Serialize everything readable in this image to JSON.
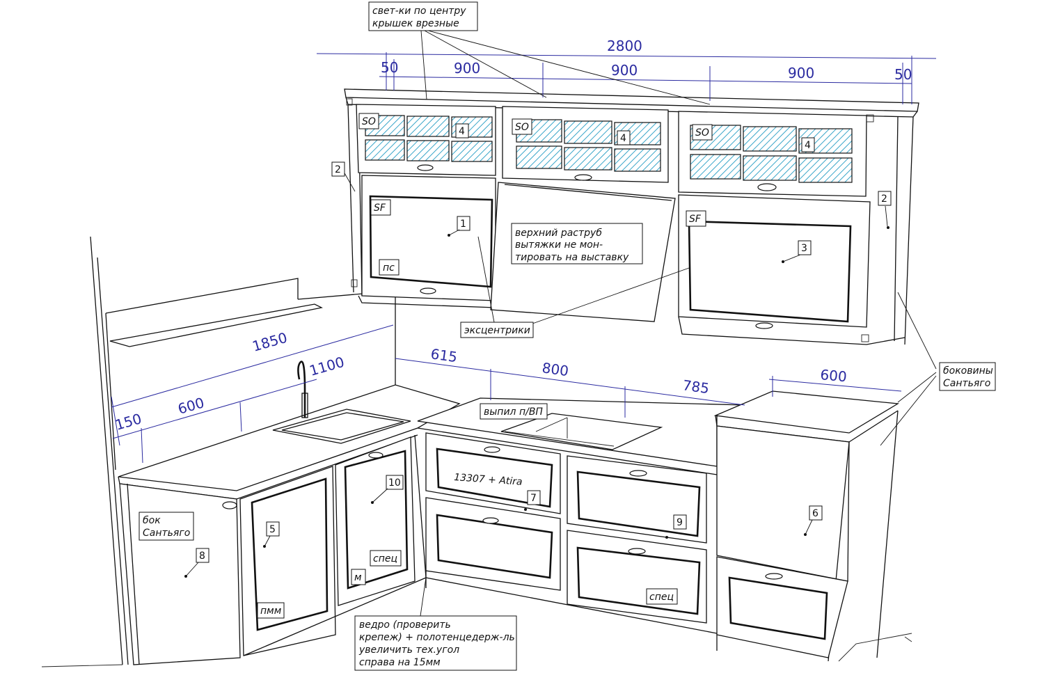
{
  "dimensions": {
    "total_top": "2800",
    "top_segments": [
      "50",
      "900",
      "900",
      "900",
      "50"
    ],
    "left_run": "1850",
    "left_parts": [
      "150",
      "600",
      "1100"
    ],
    "back_run": [
      "615",
      "800",
      "785"
    ],
    "tall_depth": "600"
  },
  "notes": {
    "lights": [
      "свет-ки по центру",
      "крышек врезные"
    ],
    "hood": [
      "верхний раструб",
      "вытяжки не мон-",
      "тировать на выставку"
    ],
    "eccentrics": "эксцентрики",
    "cutout": "выпил п/ВП",
    "side_santiago": [
      "бок",
      "Сантьяго"
    ],
    "sides_santiago": [
      "боковины",
      "Сантьяго"
    ],
    "bucket": [
      "ведро (проверить",
      "крепеж) + полотенцедерж-ль",
      "увеличить тех.угол",
      "справа на 15мм"
    ],
    "finish_code": "13307 + Atira"
  },
  "tags": {
    "so": "SO",
    "sf": "SF",
    "ps": "пс",
    "pmm": "пмм",
    "m": "м",
    "spec": "спец"
  },
  "items": {
    "n1": "1",
    "n2": "2",
    "n3": "3",
    "n4": "4",
    "n5": "5",
    "n6": "6",
    "n7": "7",
    "n8": "8",
    "n9": "9",
    "n10": "10"
  },
  "colors": {
    "line": "#111111",
    "dimension": "#2a2aa0",
    "glass_hatch": "#3aa6c9"
  }
}
